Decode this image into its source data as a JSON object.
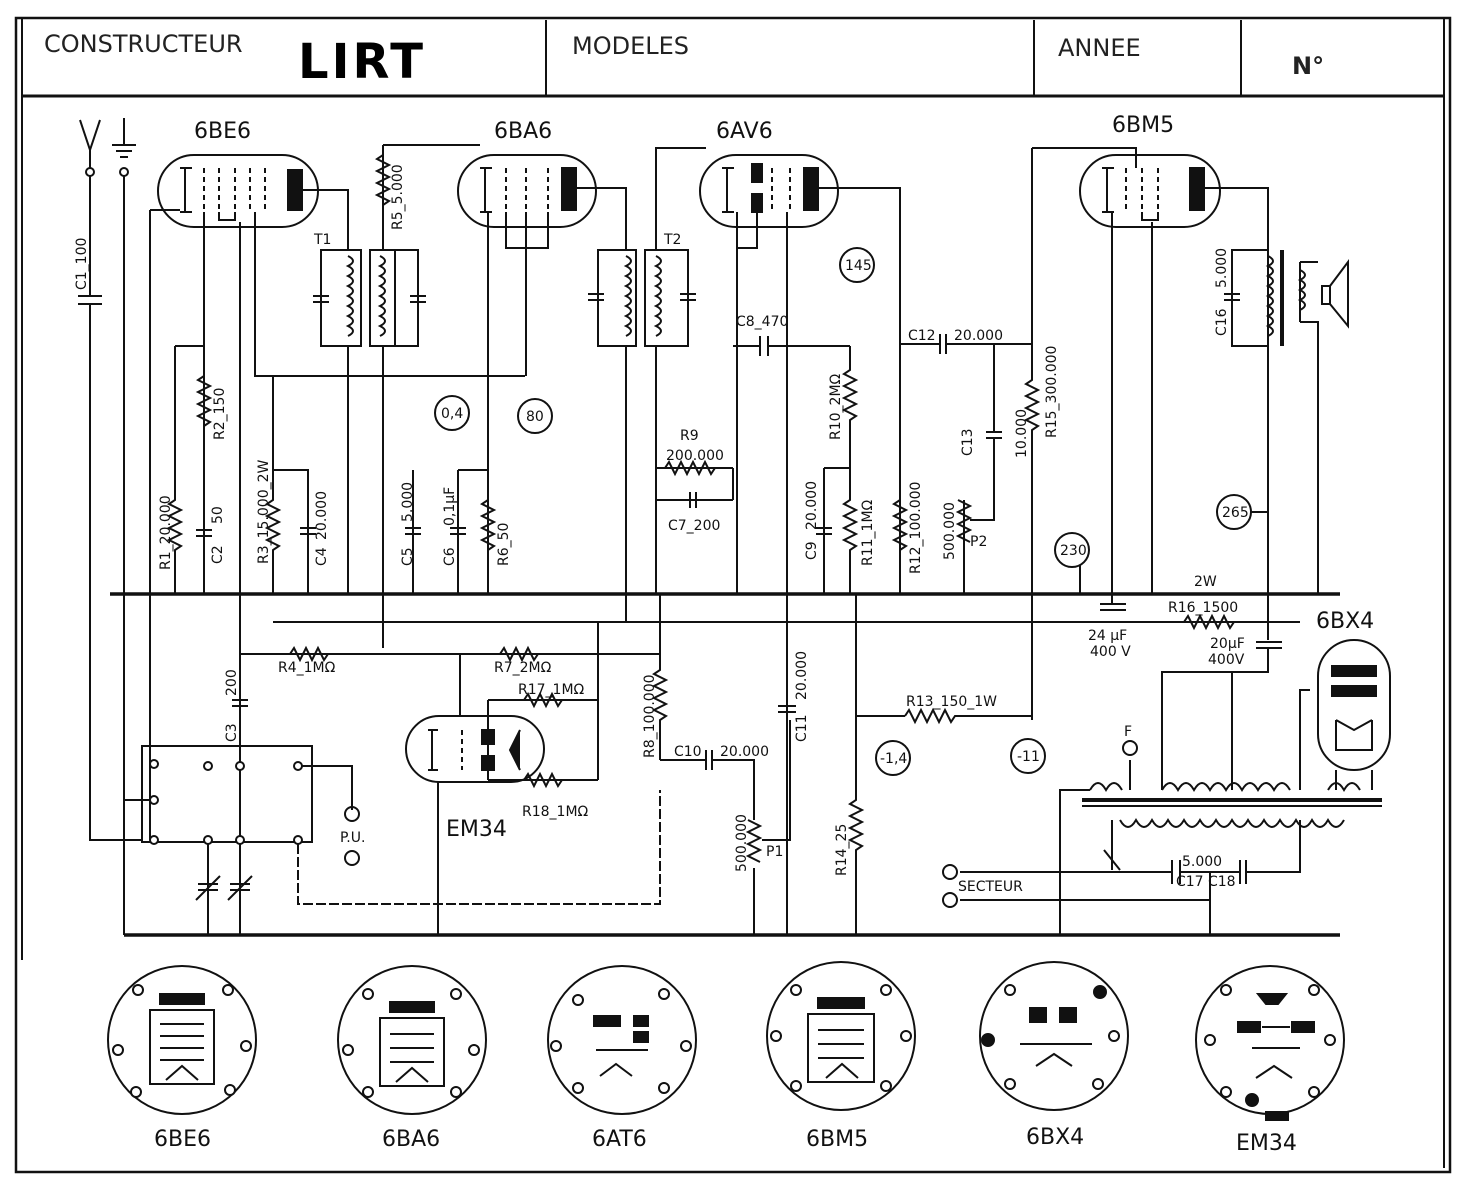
{
  "header": {
    "constructeur_label": "CONSTRUCTEUR",
    "brand": "LIRT",
    "modeles_label": "MODELES",
    "annee_label": "ANNEE",
    "numero_label": "N°"
  },
  "tubes": {
    "t1": "6BE6",
    "t2": "6BA6",
    "t3": "6AV6",
    "t4": "6BM5",
    "rect": "6BX4",
    "eye": "EM34"
  },
  "transformers": {
    "t1": "T1",
    "t2": "T2"
  },
  "components": {
    "c1": "C1_100",
    "r1": "R1_20.000",
    "r2": "R2_150",
    "c2": "C2",
    "c2v": "50",
    "r3": "R3_15.000_2W",
    "c4": "C4",
    "c4v": "20.000",
    "r5": "R5_5.000",
    "c5": "C5",
    "c5v": "5.000",
    "c6": "C6",
    "c6v": "0,1µF",
    "r6": "R6_50",
    "r9": "R9",
    "r9v": "200.000",
    "c7": "C7_200",
    "c8": "C8_470",
    "r10": "R10_2MΩ",
    "r11": "R11_1MΩ",
    "c9": "C9",
    "c9v": "20.000",
    "r12": "R12_100.000",
    "c12": "C12",
    "c12v": "20.000",
    "c13": "C13",
    "c13v": "10.000",
    "r15": "R15_300.000",
    "p2v": "500.000",
    "p2": "P2",
    "c16": "C16",
    "c16v": "5.000",
    "r4": "R4_1MΩ",
    "r7": "R7_2MΩ",
    "r17": "R17_1MΩ",
    "r18": "R18_1MΩ",
    "c3": "C3",
    "c3v": "200",
    "r8": "R8_100.000",
    "c10": "C10",
    "c10v": "20.000",
    "c11": "C11",
    "c11v": "20.000",
    "p1v": "500.000",
    "p1": "P1",
    "r13": "R13_150_1W",
    "r14": "R14_25",
    "r16": "R16_1500",
    "cap24": "24 µF",
    "cap24v": "400 V",
    "cap20": "20µF",
    "cap20v": "400V",
    "w2": "2W",
    "c17": "C17",
    "c18": "C18",
    "c17v": "5.000",
    "pu": "P.U.",
    "secteur": "SECTEUR",
    "fuse": "F"
  },
  "voltages": {
    "v04": "0,4",
    "v80": "80",
    "v145": "145",
    "v230": "230",
    "v265": "265",
    "vm14": "-1,4",
    "vm11": "-11"
  },
  "sockets": [
    "6BE6",
    "6BA6",
    "6AT6",
    "6BM5",
    "6BX4",
    "EM34"
  ]
}
